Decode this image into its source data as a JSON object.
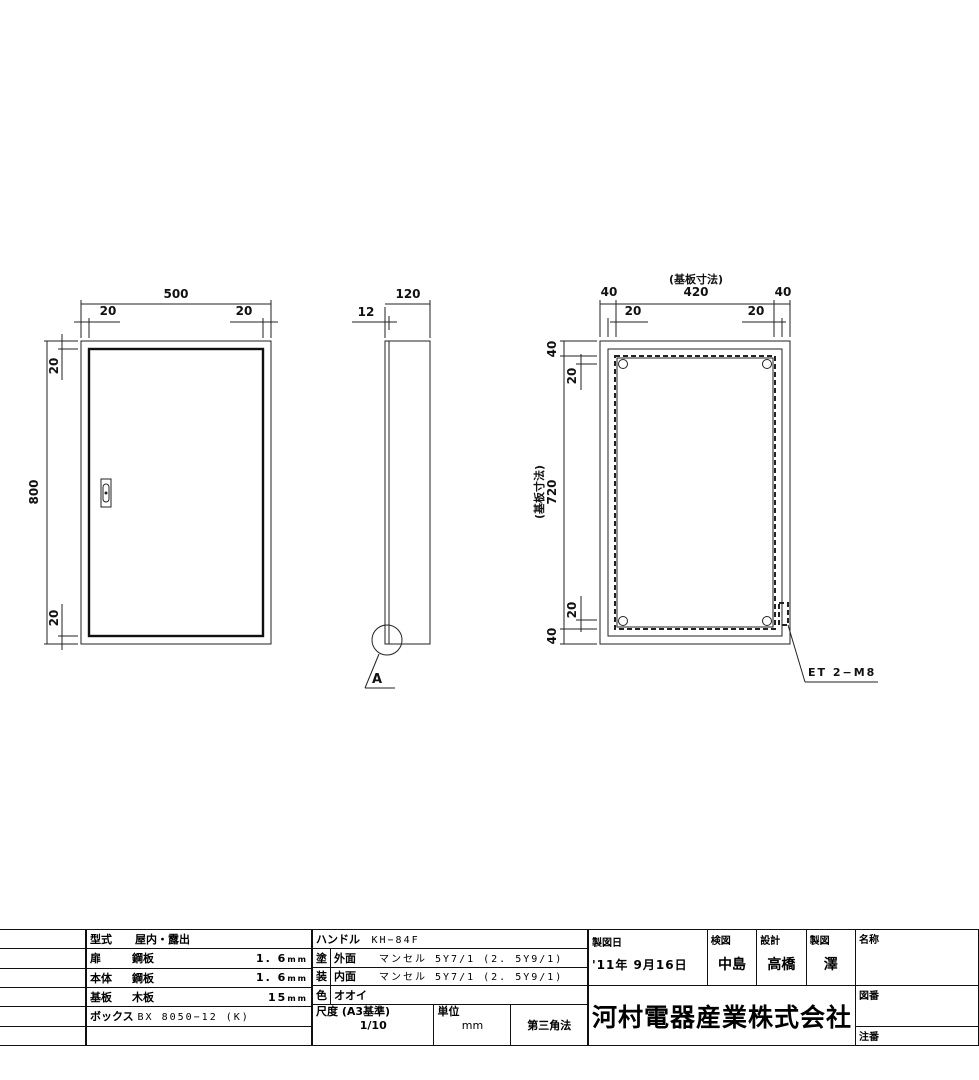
{
  "front_view": {
    "dims": {
      "overall_width": "500",
      "left_margin": "20",
      "right_margin": "20",
      "overall_height": "800",
      "top_margin": "20",
      "bottom_margin": "20"
    },
    "handle_icon": "door-handle-icon"
  },
  "side_view": {
    "dims": {
      "depth": "120",
      "door_thickness": "12"
    },
    "detail_label": "A"
  },
  "back_view": {
    "dims": {
      "plate_caption": "(基板寸法)",
      "plate_width": "420",
      "left_offset": "40",
      "right_offset": "40",
      "left_inner": "20",
      "right_inner": "20",
      "top_offset": "40",
      "top_inner": "20",
      "plate_height_caption": "(基板寸法)",
      "plate_height": "720",
      "bottom_inner": "20",
      "bottom_offset": "40"
    },
    "callout": "ET 2−M8"
  },
  "title_block": {
    "spec": {
      "model_label": "型式",
      "model_value": "屋内・露出",
      "door_label": "扉",
      "door_material": "鋼板",
      "door_thickness": "1. 6",
      "door_unit": "mm",
      "body_label": "本体",
      "body_material": "鋼板",
      "body_thickness": "1. 6",
      "body_unit": "mm",
      "plate_label": "基板",
      "plate_material": "木板",
      "plate_thickness": "15",
      "plate_unit": "mm",
      "box_label": "ボックス",
      "box_value": "BX 8050−12 (K)"
    },
    "paint": {
      "handle_label": "ハンドル",
      "handle_value": "KH−84F",
      "paint_col": [
        "塗",
        "装",
        "色"
      ],
      "outer_label": "外面",
      "outer_value": "マンセル 5Y7/1 (2. 5Y9/1)",
      "inner_label": "内面",
      "inner_value": "マンセル 5Y7/1 (2. 5Y9/1)",
      "color_value": "オオイ",
      "scale_label": "尺度 (A3基準)",
      "scale_value": "1/10",
      "unit_label": "単位",
      "unit_value": "mm",
      "projection": "第三角法"
    },
    "info": {
      "date_label": "製図日",
      "date_value": "'11年 9月16日",
      "check_label": "検図",
      "check_value": "中島",
      "design_label": "設計",
      "design_value": "高橋",
      "draft_label": "製図",
      "draft_value": "澤",
      "name_label": "名称",
      "name_value": "",
      "company": "河村電器産業株式会社",
      "drawing_no_label": "図番",
      "drawing_no_value": "",
      "note_label": "注番",
      "note_value": ""
    }
  }
}
